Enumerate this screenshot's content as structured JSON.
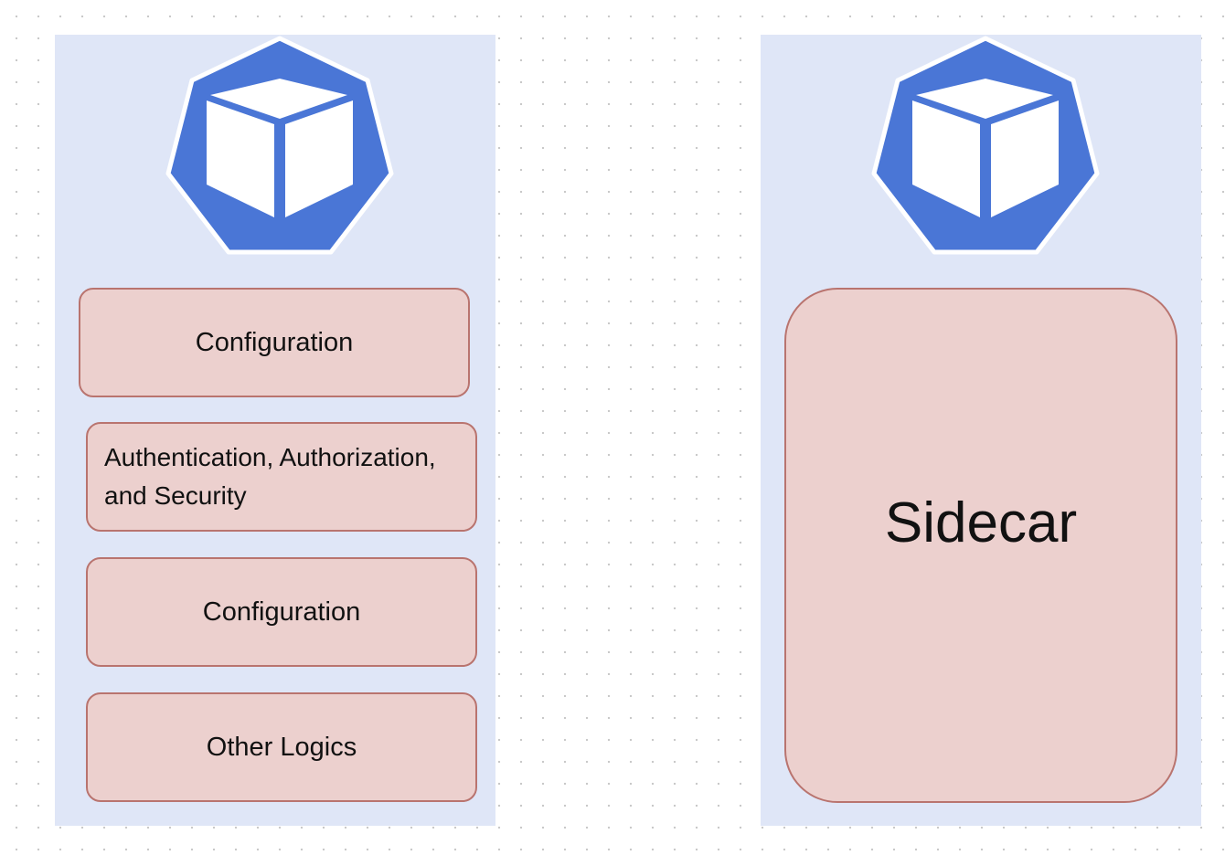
{
  "left_panel": {
    "boxes": [
      {
        "label": "Configuration"
      },
      {
        "label": "Authentication, Authorization,\nand Security"
      },
      {
        "label": "Configuration"
      },
      {
        "label": "Other Logics"
      }
    ]
  },
  "right_panel": {
    "sidecar_label": "Sidecar"
  },
  "icons": {
    "logo": "kubernetes-cube-heptagon-icon"
  },
  "colors": {
    "panel_bg": "#dfe6f7",
    "logo_blue": "#4a76d6",
    "box_fill": "#ecd0ce",
    "box_border": "#b9746f"
  }
}
